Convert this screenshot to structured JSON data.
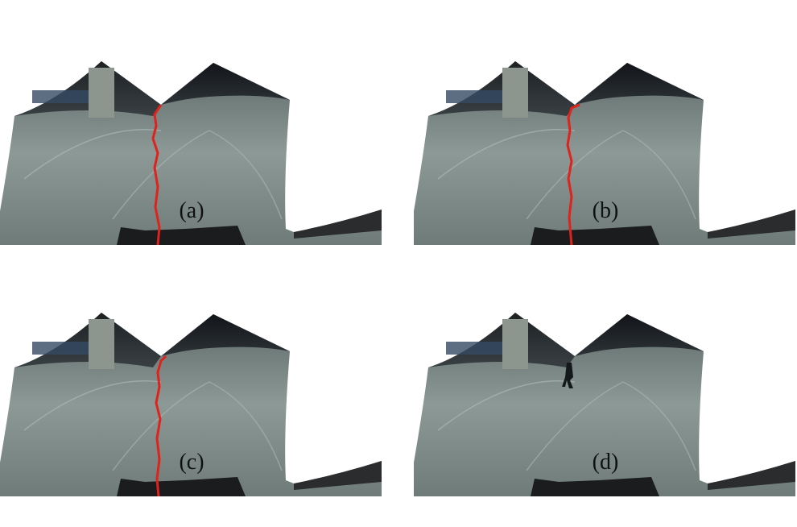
{
  "figure": {
    "panels": [
      {
        "id": "a",
        "label": "(a)",
        "seam": true,
        "seam_color": "#e0221c"
      },
      {
        "id": "b",
        "label": "(b)",
        "seam": true,
        "seam_color": "#e0221c"
      },
      {
        "id": "c",
        "label": "(c)",
        "seam": true,
        "seam_color": "#e0221c"
      },
      {
        "id": "d",
        "label": "(d)",
        "seam": false,
        "seam_color": "#e0221c"
      }
    ]
  },
  "colors": {
    "floor": "#7e8b87",
    "floor_dark": "#4f5a58",
    "ceiling": "#1a1d22",
    "background": "#ffffff"
  }
}
